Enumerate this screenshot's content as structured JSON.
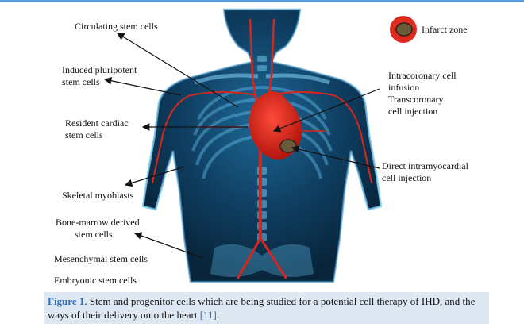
{
  "figure": {
    "labels": {
      "circulating": "Circulating stem cells",
      "ipsc_line1": "Induced pluripotent",
      "ipsc_line2": "stem cells",
      "resident_line1": "Resident cardiac",
      "resident_line2": "stem cells",
      "myoblasts": "Skeletal myoblasts",
      "marrow_line1": "Bone-marrow derived",
      "marrow_line2": "stem cells",
      "mesenchymal": "Mesenchymal stem cells",
      "embryonic": "Embryonic stem cells",
      "infarct_legend": "Infarct zone",
      "intracoronary_line1": "Intracoronary cell",
      "intracoronary_line2": "infusion",
      "transcoronary_line1": "Transcoronary",
      "transcoronary_line2": "cell injection",
      "intramyocardial_line1": "Direct intramyocardial",
      "intramyocardial_line2": "cell injection"
    },
    "colors": {
      "body_glow": "#4fb3e8",
      "body_dark": "#0b2f4a",
      "vessel": "#d9261c",
      "heart": "#e02a1f",
      "infarct": "#6b5a3a",
      "caption_bg": "#dde8f3",
      "link_blue": "#2f6fb0"
    }
  },
  "caption": {
    "label": "Figure 1",
    "text": ". Stem and progenitor cells which are being studied for a potential cell therapy of IHD, and the ways of their delivery onto the heart ",
    "ref": "[11]",
    "end": "."
  }
}
